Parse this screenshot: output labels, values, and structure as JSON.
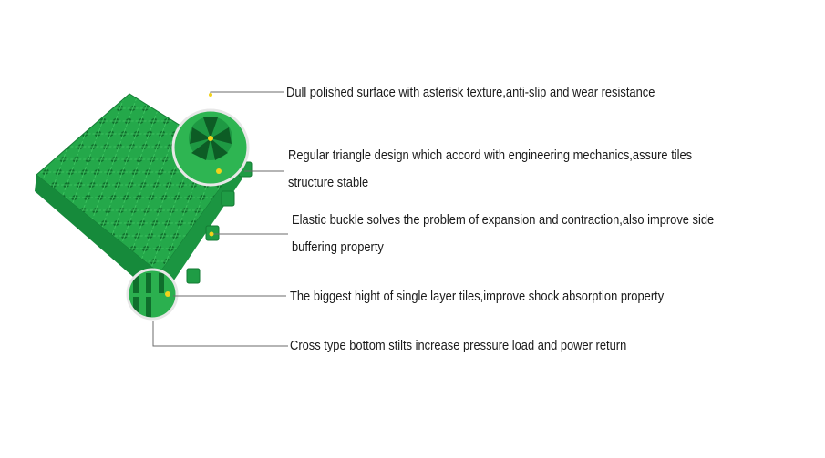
{
  "colors": {
    "tile_green": "#22a548",
    "tile_dark": "#137a33",
    "tile_light": "#3fc462",
    "leader_line": "#6b6b6b",
    "dot": "#f2d21b"
  },
  "callouts": [
    {
      "lines": [
        "Dull polished surface with asterisk texture,anti-slip and wear resistance"
      ]
    },
    {
      "lines": [
        "Regular triangle design which accord with engineering mechanics,assure tiles",
        "structure stable"
      ]
    },
    {
      "lines": [
        "Elastic buckle solves the problem of expansion and contraction,also improve side",
        "buffering property"
      ]
    },
    {
      "lines": [
        "The biggest hight of single layer tiles,improve shock absorption property"
      ]
    },
    {
      "lines": [
        "Cross type bottom stilts increase pressure load and power return"
      ]
    }
  ]
}
